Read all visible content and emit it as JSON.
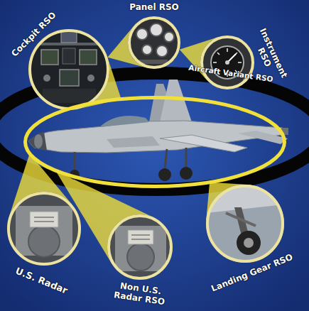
{
  "diagram": {
    "nodes": [
      {
        "text": [
          "Cockpit RSO"
        ]
      },
      {
        "text": [
          "Panel RSO"
        ]
      },
      {
        "text": [
          "Instrument RSO"
        ]
      },
      {
        "text": [
          "Aircraft Variant RSO"
        ]
      },
      {
        "text": [
          "U.S. Radar"
        ]
      },
      {
        "text": [
          "Non U.S. Radar RSO"
        ]
      },
      {
        "text": [
          "Landing Gear RSO"
        ]
      }
    ],
    "edges": [
      {
        "from": 3,
        "to": 0,
        "arrow": "none"
      },
      {
        "from": 0,
        "to": 1,
        "arrow": "none"
      },
      {
        "from": 1,
        "to": 2,
        "arrow": "none"
      },
      {
        "from": 3,
        "to": 4,
        "arrow": "none"
      },
      {
        "from": 3,
        "to": 5,
        "arrow": "none"
      },
      {
        "from": 3,
        "to": 6,
        "arrow": "none"
      }
    ]
  }
}
